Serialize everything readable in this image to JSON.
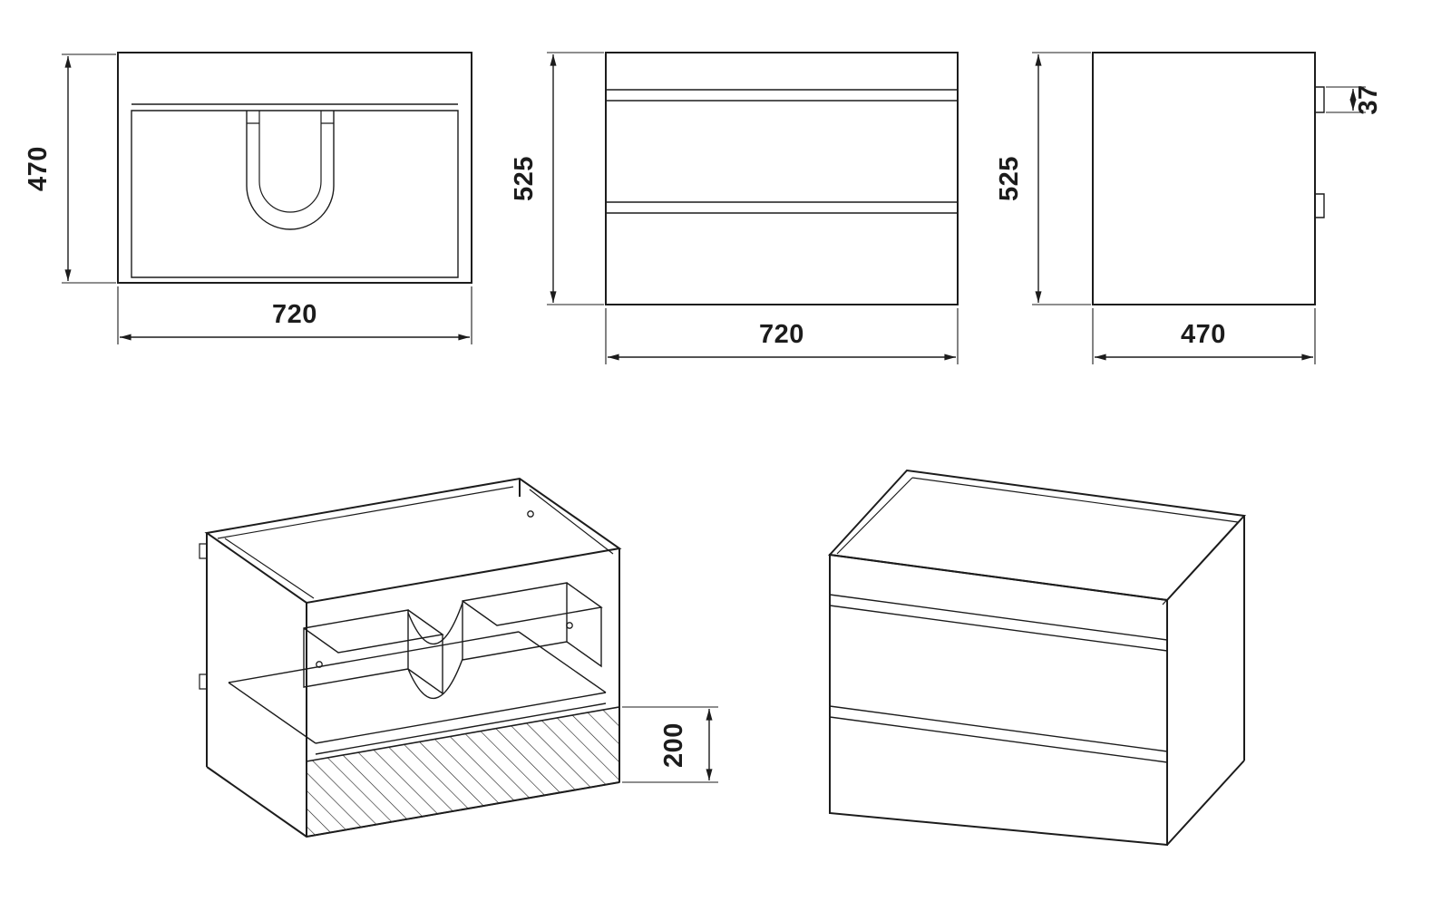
{
  "palette": {
    "background": "#ffffff",
    "line": "#1c1c1c"
  },
  "views": {
    "plan": {
      "name": "top plan view of vanity cabinet with sink cutout",
      "depth": "470",
      "width": "720"
    },
    "front": {
      "name": "front elevation with two drawers",
      "height": "525",
      "width": "720"
    },
    "side": {
      "name": "side elevation with wall hanger brackets",
      "height": "525",
      "depth": "470",
      "hanger": "37"
    },
    "iso_internal": {
      "name": "isometric view of carcass interior",
      "drawer_height": "200"
    },
    "iso_assembled": {
      "name": "isometric view of assembled cabinet"
    }
  }
}
